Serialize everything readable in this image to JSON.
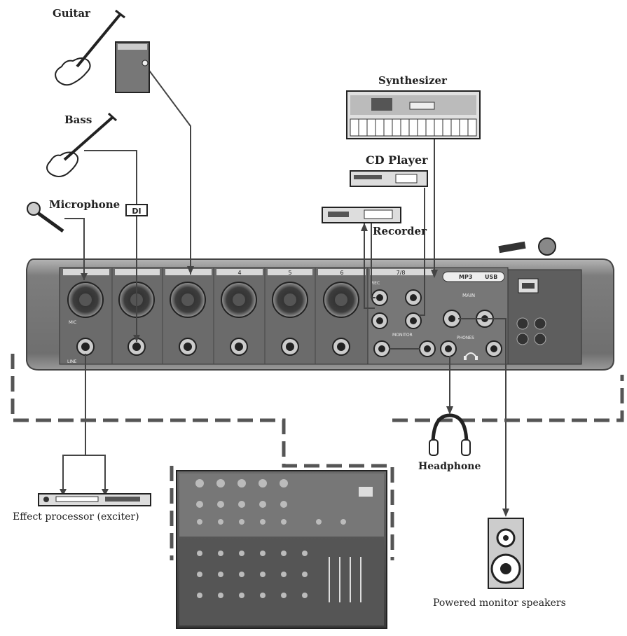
{
  "labels": {
    "guitar": "Guitar",
    "bass": "Bass",
    "microphone": "Microphone",
    "di": "DI",
    "synthesizer": "Synthesizer",
    "cd_player": "CD Player",
    "recorder": "Recorder",
    "headphone": "Headphone",
    "effect_processor": "Effect processor (exciter)",
    "powered_monitor_speakers": "Powered monitor speakers"
  },
  "mixer_panel": {
    "channel_numbers": [
      "4",
      "5",
      "6",
      "7/8"
    ],
    "jack_labels": {
      "mic": "MIC",
      "line": "LINE",
      "rec": "REC",
      "main": "MAIN",
      "phones": "PHONES",
      "monitor": "MONITOR",
      "mp3": "MP3",
      "usb": "USB"
    }
  },
  "colors": {
    "panel": "#8a8a8a",
    "panel_dark": "#4a4a4a",
    "cable": "#444444",
    "dashed": "#555555"
  }
}
